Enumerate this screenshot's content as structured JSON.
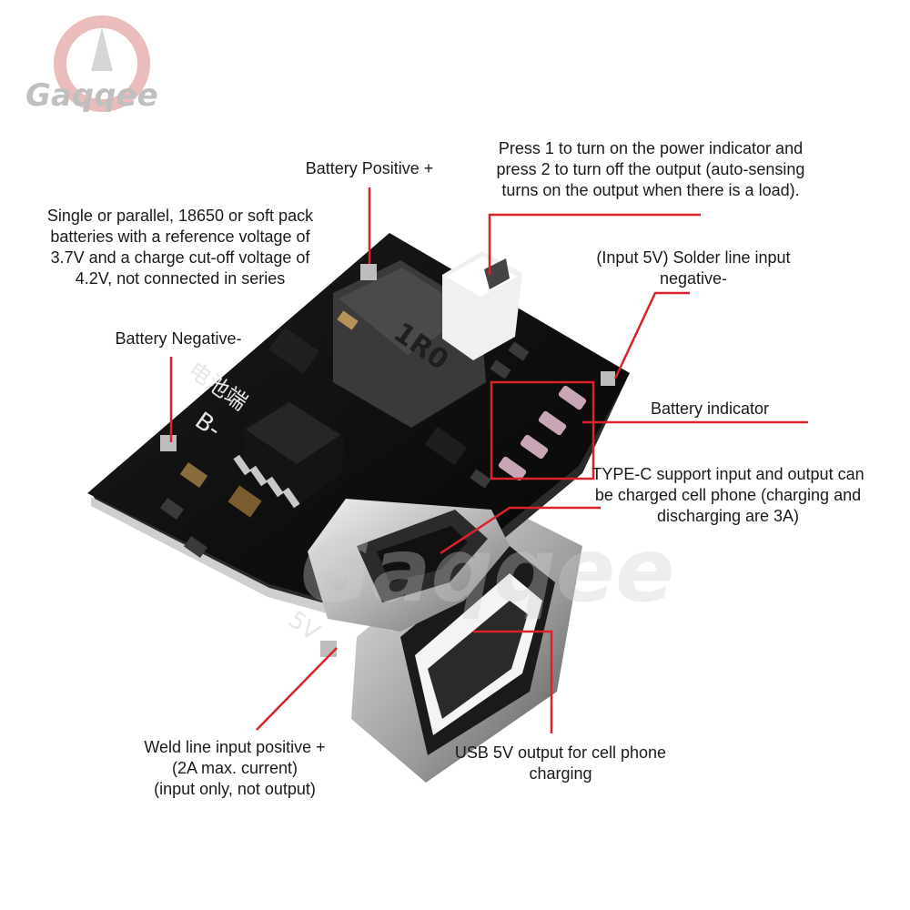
{
  "brand": {
    "logo_text": "Gaqqee",
    "watermark_text": "Gaqqee",
    "accent_color": "#d9222a"
  },
  "board": {
    "inductor_marking": "1R0",
    "battery_side_label": "B-",
    "output_label": "5V",
    "silk_chinese": "电池端"
  },
  "annotations": {
    "battery_positive": "Battery Positive +",
    "press_button": [
      "Press 1 to turn on the power indicator and",
      "press 2 to turn off the output (auto-sensing",
      "turns on the output when there is a load)."
    ],
    "battery_spec": [
      "Single or parallel, 18650 or soft pack",
      "batteries with a reference voltage of",
      "3.7V and a charge cut-off voltage of",
      "4.2V, not connected in series"
    ],
    "input_negative": [
      "(Input 5V) Solder line input",
      "negative-"
    ],
    "battery_negative": "Battery Negative-",
    "battery_indicator": "Battery indicator",
    "type_c": [
      "TYPE-C support input and output can",
      "be charged cell phone (charging and",
      "discharging are 3A)"
    ],
    "weld_input": [
      "Weld line input positive +",
      "(2A max. current)",
      "(input only, not output)"
    ],
    "usb_output": [
      "USB 5V output for cell phone",
      "charging"
    ]
  }
}
